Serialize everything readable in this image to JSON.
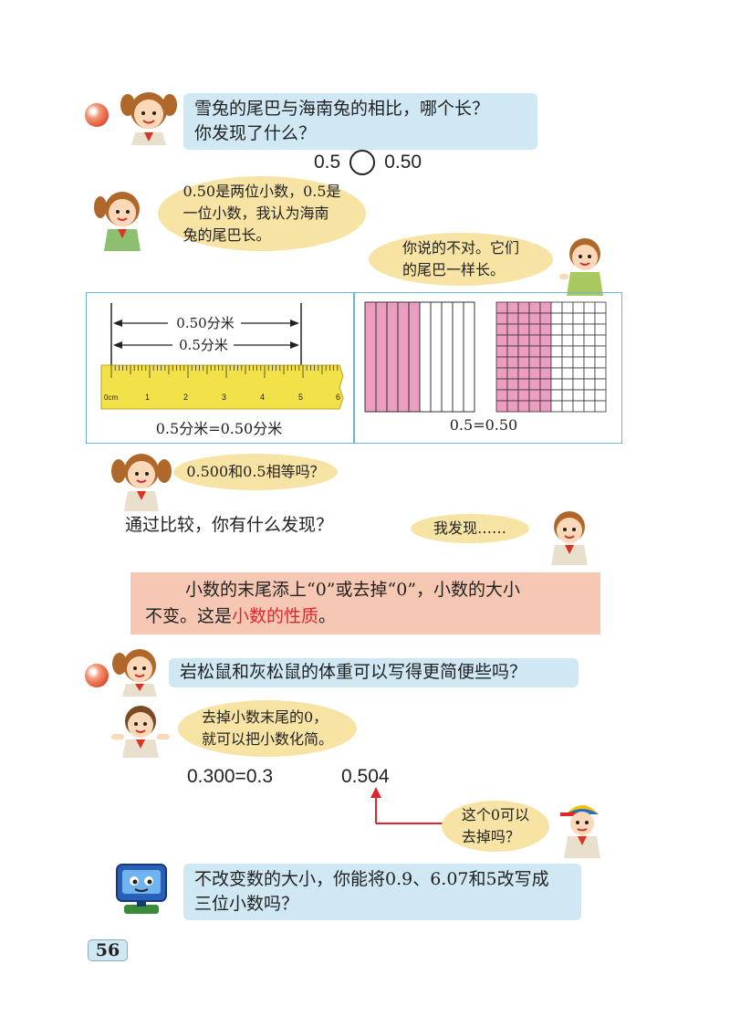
{
  "q1": {
    "line1": "雪兔的尾巴与海南兔的相比，哪个长？",
    "line2": "你发现了什么？"
  },
  "compare": {
    "left": "0.5",
    "right": "0.50"
  },
  "bubble_girl1": [
    "0.50是两位小数，0.5是",
    "一位小数，我认为海南",
    "兔的尾巴长。"
  ],
  "bubble_boy1": [
    "你说的不对。它们",
    "的尾巴一样长。"
  ],
  "figure": {
    "arrow_top": "0.50分米",
    "arrow_bottom": "0.5分米",
    "ruler_ticks": [
      "0cm",
      "1",
      "2",
      "3",
      "4",
      "5",
      "6"
    ],
    "caption_left": "0.5分米=0.50分米",
    "caption_right": "0.5=0.50",
    "grid_left_shaded_of": [
      5,
      10
    ],
    "grid_right_shaded_of": [
      50,
      100
    ]
  },
  "bubble_girl2": "0.500和0.5相等吗？",
  "prompt": "通过比较，你有什么发现？",
  "bubble_boy2": "我发现……",
  "rule": {
    "line1": "小数的末尾添上“0”或去掉“0”，小数的大小",
    "line2_prefix": "不变。这是",
    "line2_highlight": "小数的性质",
    "line2_suffix": "。"
  },
  "q2": "岩松鼠和灰松鼠的体重可以写得更简便些吗？",
  "bubble_boy3": [
    "去掉小数末尾的0，",
    "就可以把小数化简。"
  ],
  "eq1": "0.300=0.3",
  "eq2": "0.504",
  "bubble_boy4": [
    "这个0可以",
    "去掉吗？"
  ],
  "q3": {
    "line1": "不改变数的大小，你能将0.9、6.07和5改写成",
    "line2": "三位小数吗？"
  },
  "page_number": "56",
  "colors": {
    "blue_bubble": "#cfe8f4",
    "yellow_bubble": "#f7e3a3",
    "rule_box": "#f6c8b4",
    "highlight": "#e0262a",
    "figure_border": "#6bb5d6"
  }
}
